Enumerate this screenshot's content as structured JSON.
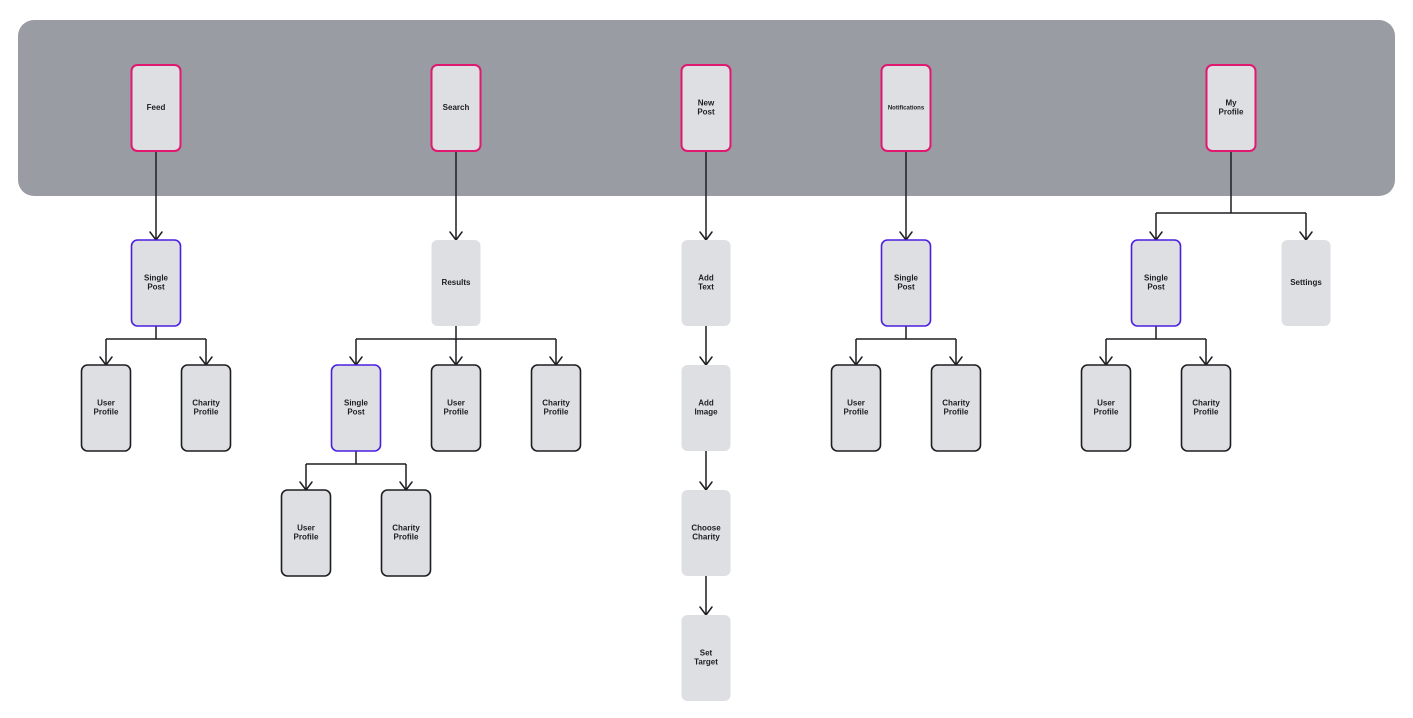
{
  "colors": {
    "background": "#ffffff",
    "tabbar": "#9a9ca3",
    "node_fill": "#dedfe3",
    "tab_border": "#e0186f",
    "post_border": "#4a1fe0",
    "profile_border": "#1e1e22",
    "connector": "#1e1e22"
  },
  "tabs": {
    "feed": "Feed",
    "search": "Search",
    "new_post": [
      "New",
      "Post"
    ],
    "notifications": "Notifications",
    "my_profile": [
      "My",
      "Profile"
    ]
  },
  "screens": {
    "single_post": [
      "Single",
      "Post"
    ],
    "user_profile": [
      "User",
      "Profile"
    ],
    "charity_profile": [
      "Charity",
      "Profile"
    ],
    "results": "Results",
    "add_text": [
      "Add",
      "Text"
    ],
    "add_image": [
      "Add",
      "Image"
    ],
    "choose_charity": [
      "Choose",
      "Charity"
    ],
    "set_target": [
      "Set",
      "Target"
    ],
    "settings": "Settings"
  }
}
